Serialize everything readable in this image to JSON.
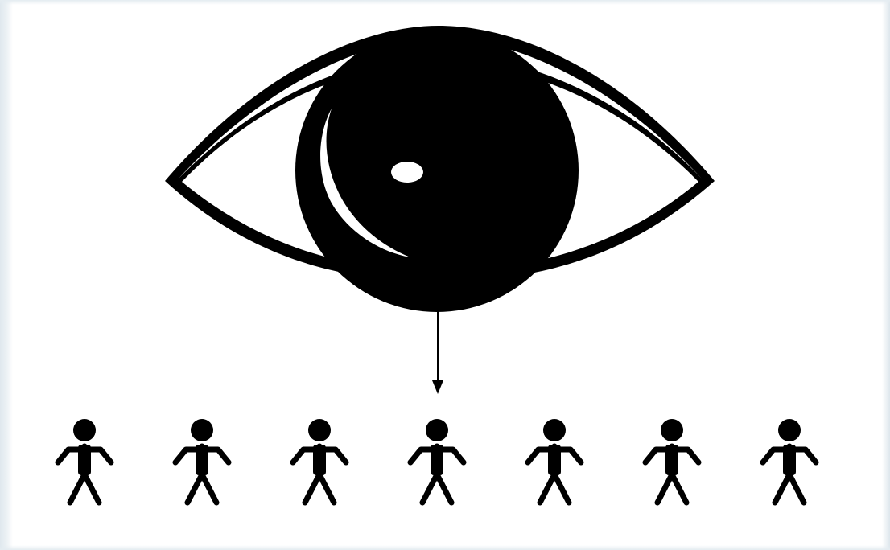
{
  "diagram": {
    "elements": [
      {
        "id": "eye",
        "icon": "eye-icon"
      },
      {
        "id": "arrow",
        "icon": "down-arrow-icon"
      },
      {
        "id": "people",
        "icon": "stick-figure-icon",
        "count": 7
      }
    ],
    "colors": {
      "ink": "#000000",
      "paper": "#ffffff",
      "frame": "#e3ebf0"
    }
  }
}
